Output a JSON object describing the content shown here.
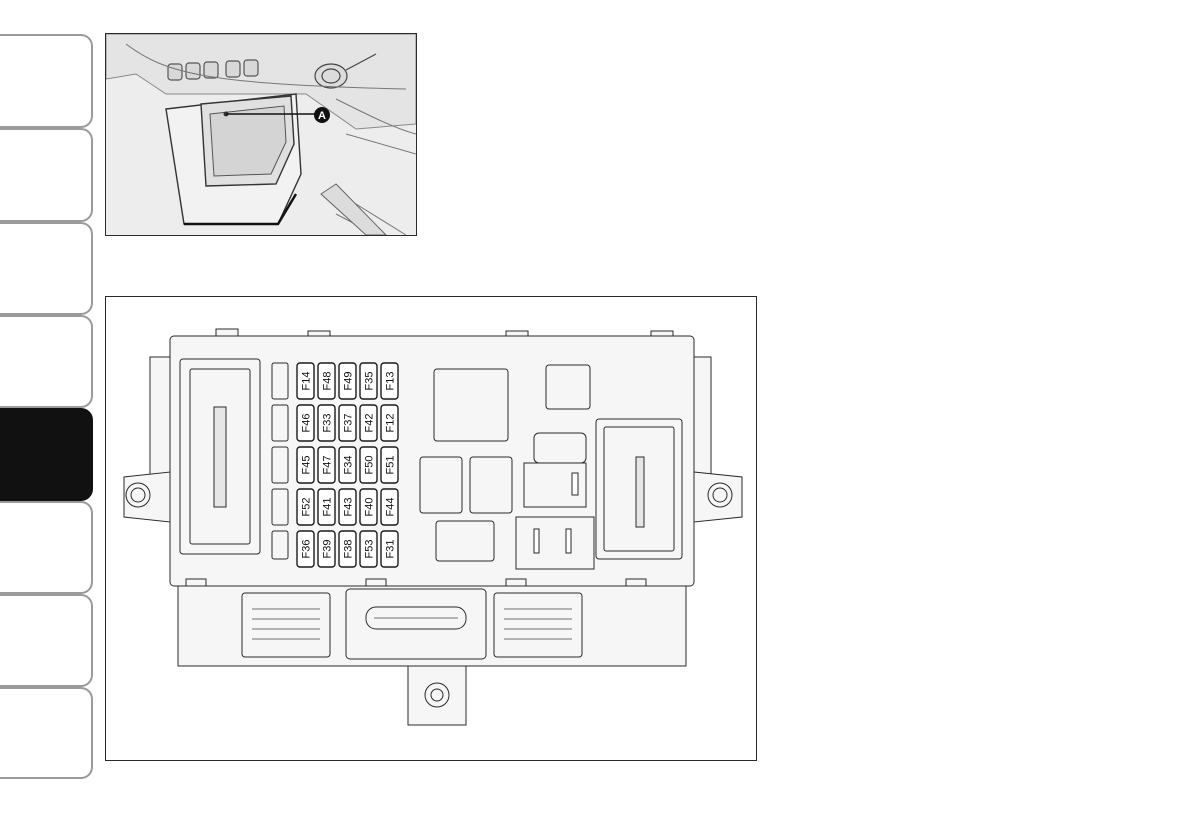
{
  "tabs": [
    {
      "id": "tab-1",
      "active": false
    },
    {
      "id": "tab-2",
      "active": false
    },
    {
      "id": "tab-3",
      "active": false
    },
    {
      "id": "tab-4",
      "active": false
    },
    {
      "id": "tab-5",
      "active": true
    },
    {
      "id": "tab-6",
      "active": false
    },
    {
      "id": "tab-7",
      "active": false
    },
    {
      "id": "tab-8",
      "active": false
    }
  ],
  "photo": {
    "callout_label": "A"
  },
  "fuse_box": {
    "columns": [
      [
        "F14",
        "F46",
        "F45",
        "F52",
        "F36"
      ],
      [
        "F48",
        "F33",
        "F47",
        "F41",
        "F39"
      ],
      [
        "F49",
        "F37",
        "F34",
        "F43",
        "F38"
      ],
      [
        "F35",
        "F42",
        "F50",
        "F40",
        "F53"
      ],
      [
        "F13",
        "F12",
        "F51",
        "F44",
        "F31"
      ]
    ]
  },
  "colors": {
    "active_tab": "#111111",
    "tab_border": "#9a9a9a",
    "line": "#2a2a2a",
    "housing_fill": "#f6f6f6"
  }
}
